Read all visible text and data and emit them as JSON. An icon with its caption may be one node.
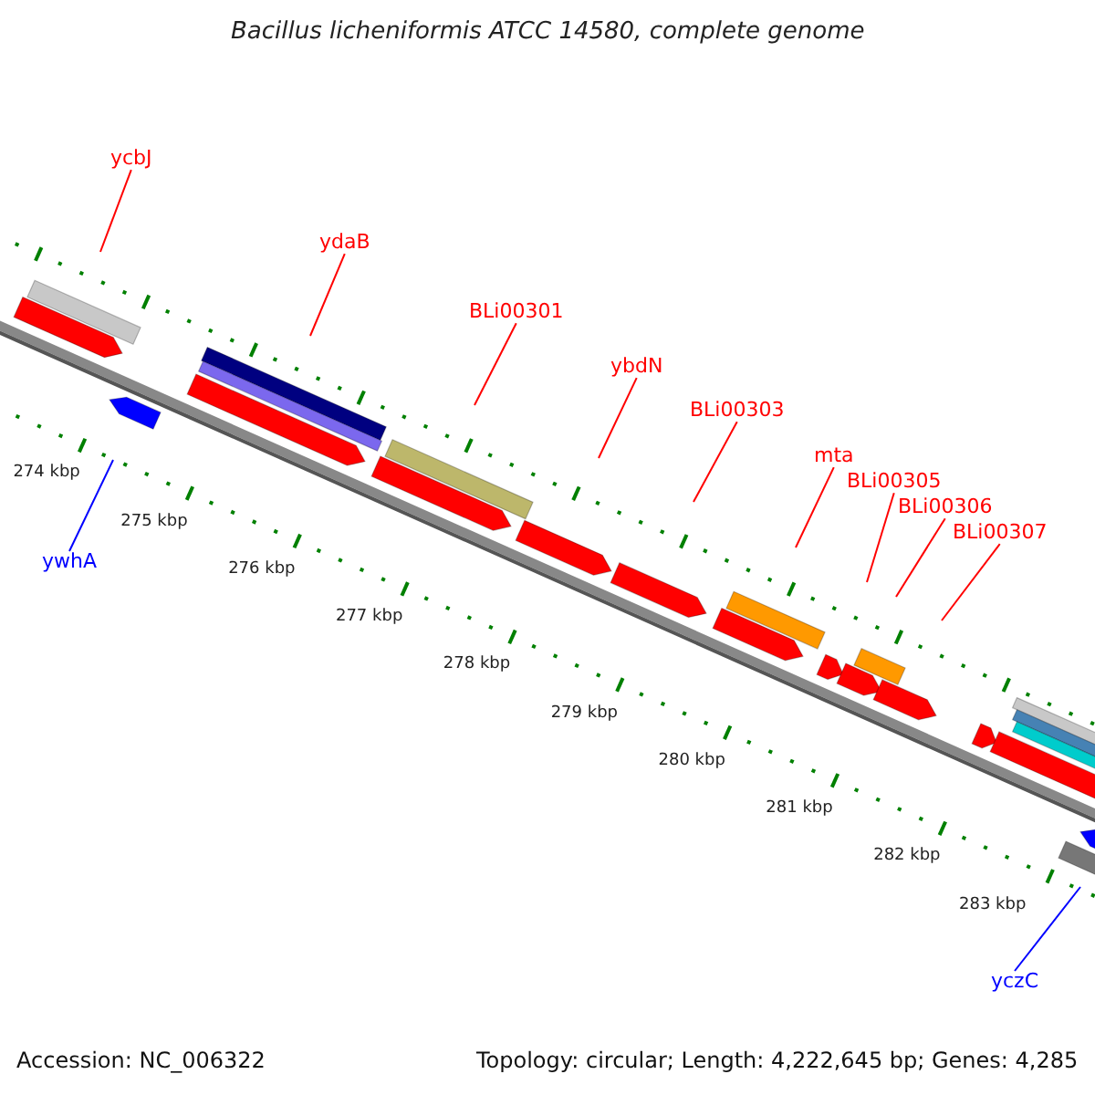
{
  "diagram": {
    "title": "Bacillus licheniformis ATCC 14580, complete genome",
    "nodes": [
      {
        "text": [
          "ycbJ"
        ]
      },
      {
        "text": [
          "ydaB"
        ]
      },
      {
        "text": [
          "BLi00301"
        ]
      },
      {
        "text": [
          "ybdN"
        ]
      },
      {
        "text": [
          "BLi00303"
        ]
      },
      {
        "text": [
          "mta"
        ]
      },
      {
        "text": [
          "BLi00305"
        ]
      },
      {
        "text": [
          "BLi00306"
        ]
      },
      {
        "text": [
          "BLi00307"
        ]
      },
      {
        "text": [
          "ywhA"
        ]
      },
      {
        "text": [
          "yczC"
        ]
      }
    ],
    "edges": [
      {
        "from": 0,
        "to": null,
        "arrow": "none",
        "color": "#ff0000"
      },
      {
        "from": 1,
        "to": null,
        "arrow": "none",
        "color": "#ff0000"
      },
      {
        "from": 2,
        "to": null,
        "arrow": "none",
        "color": "#ff0000"
      },
      {
        "from": 3,
        "to": null,
        "arrow": "none",
        "color": "#ff0000"
      },
      {
        "from": 4,
        "to": null,
        "arrow": "none",
        "color": "#ff0000"
      },
      {
        "from": 5,
        "to": null,
        "arrow": "none",
        "color": "#ff0000"
      },
      {
        "from": 6,
        "to": null,
        "arrow": "none",
        "color": "#ff0000"
      },
      {
        "from": 7,
        "to": null,
        "arrow": "none",
        "color": "#ff0000"
      },
      {
        "from": 8,
        "to": null,
        "arrow": "none",
        "color": "#ff0000"
      },
      {
        "from": 9,
        "to": null,
        "arrow": "none",
        "color": "#0000ff"
      },
      {
        "from": 10,
        "to": null,
        "arrow": "none",
        "color": "#0000ff"
      }
    ],
    "labels": [
      "274 kbp",
      "275 kbp",
      "276 kbp",
      "277 kbp",
      "278 kbp",
      "279 kbp",
      "280 kbp",
      "281 kbp",
      "282 kbp",
      "283 kbp",
      "Accession: NC_006322",
      "Topology: circular; Length: 4,222,645 bp; Genes: 4,285"
    ]
  }
}
